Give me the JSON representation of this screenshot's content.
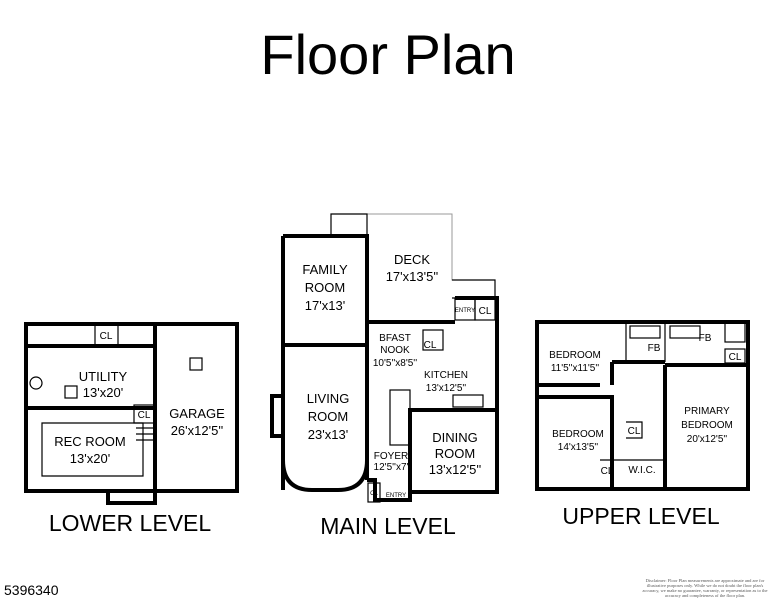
{
  "title": "Floor Plan",
  "levels": {
    "lower": {
      "label": "LOWER LEVEL",
      "rooms": {
        "utility": {
          "name": "UTILITY",
          "size": "13'x20'"
        },
        "rec": {
          "name": "REC ROOM",
          "size": "13'x20'"
        },
        "garage": {
          "name": "GARAGE",
          "size": "26'x12'5''"
        },
        "cl1": "CL",
        "cl2": "CL"
      }
    },
    "main": {
      "label": "MAIN LEVEL",
      "rooms": {
        "family": {
          "name1": "FAMILY",
          "name2": "ROOM",
          "size": "17'x13'"
        },
        "deck": {
          "name": "DECK",
          "size": "17'x13'5''"
        },
        "nook": {
          "name1": "BFAST",
          "name2": "NOOK",
          "size": "10'5''x8'5''"
        },
        "kitchen": {
          "name": "KITCHEN",
          "size": "13'x12'5''"
        },
        "living": {
          "name1": "LIVING",
          "name2": "ROOM",
          "size": "23'x13'"
        },
        "dining": {
          "name1": "DINING",
          "name2": "ROOM",
          "size": "13'x12'5''"
        },
        "foyer": {
          "name": "FOYER",
          "size": "12'5''x7'"
        },
        "entry": "ENTRY",
        "entry2": "ENTRY",
        "cl1": "CL",
        "cl2": "CL",
        "cl3": "CL"
      }
    },
    "upper": {
      "label": "UPPER LEVEL",
      "rooms": {
        "bed1": {
          "name": "BEDROOM",
          "size": "11'5''x11'5''"
        },
        "bed2": {
          "name": "BEDROOM",
          "size": "14'x13'5''"
        },
        "primary": {
          "name1": "PRIMARY",
          "name2": "BEDROOM",
          "size": "20'x12'5''"
        },
        "fb1": "FB",
        "fb2": "FB",
        "wic": "W.I.C.",
        "cl1": "CL",
        "cl2": "CL",
        "cl3": "CL"
      }
    }
  },
  "listing_id": "5396340",
  "disclaimer": "Disclaimer: Floor Plan measurements are approximate and are for illustrative purposes only. While we do not doubt the floor plan's accuracy, we make no guarantee, warranty, or representation as to the accuracy and completeness of the floor plan."
}
